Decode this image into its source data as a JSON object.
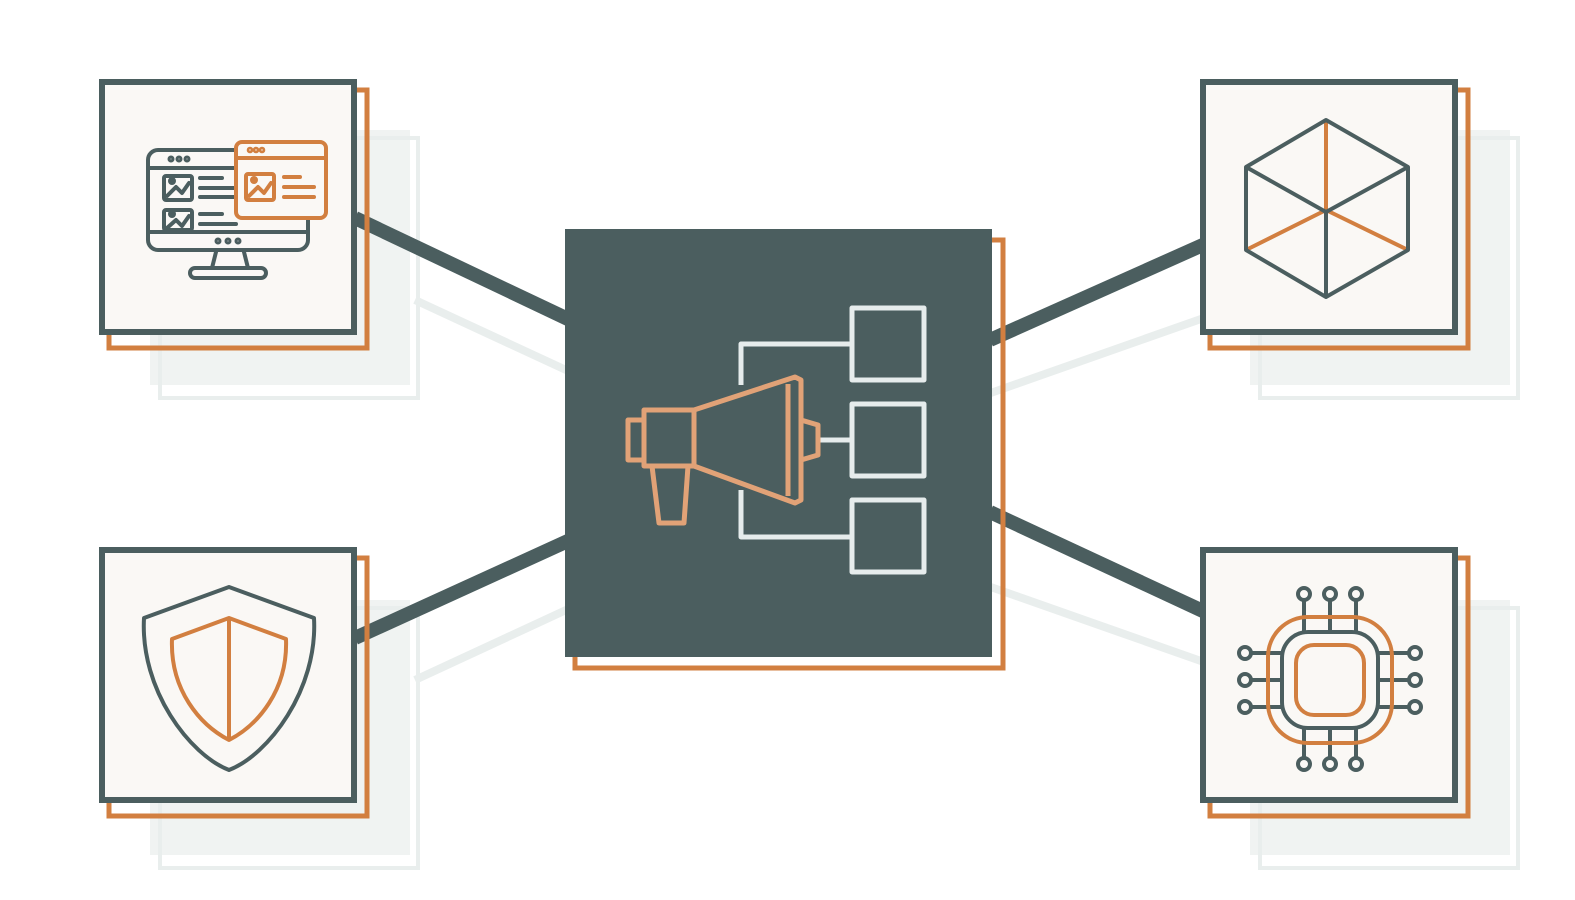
{
  "colors": {
    "dark_slate": "#4b5e5f",
    "accent_orange": "#d27f40",
    "accent_orange_light": "#e1a277",
    "tile_background": "#faf8f5",
    "shadow": "#e9eeed",
    "icon_light": "#e6ecec"
  },
  "diagram": {
    "center": {
      "icon": "megaphone-hierarchy-icon"
    },
    "nodes": [
      {
        "id": "top-left",
        "icon": "monitor-windows-icon"
      },
      {
        "id": "bottom-left",
        "icon": "shield-icon"
      },
      {
        "id": "top-right",
        "icon": "cube-icon"
      },
      {
        "id": "bottom-right",
        "icon": "chip-icon"
      }
    ]
  }
}
